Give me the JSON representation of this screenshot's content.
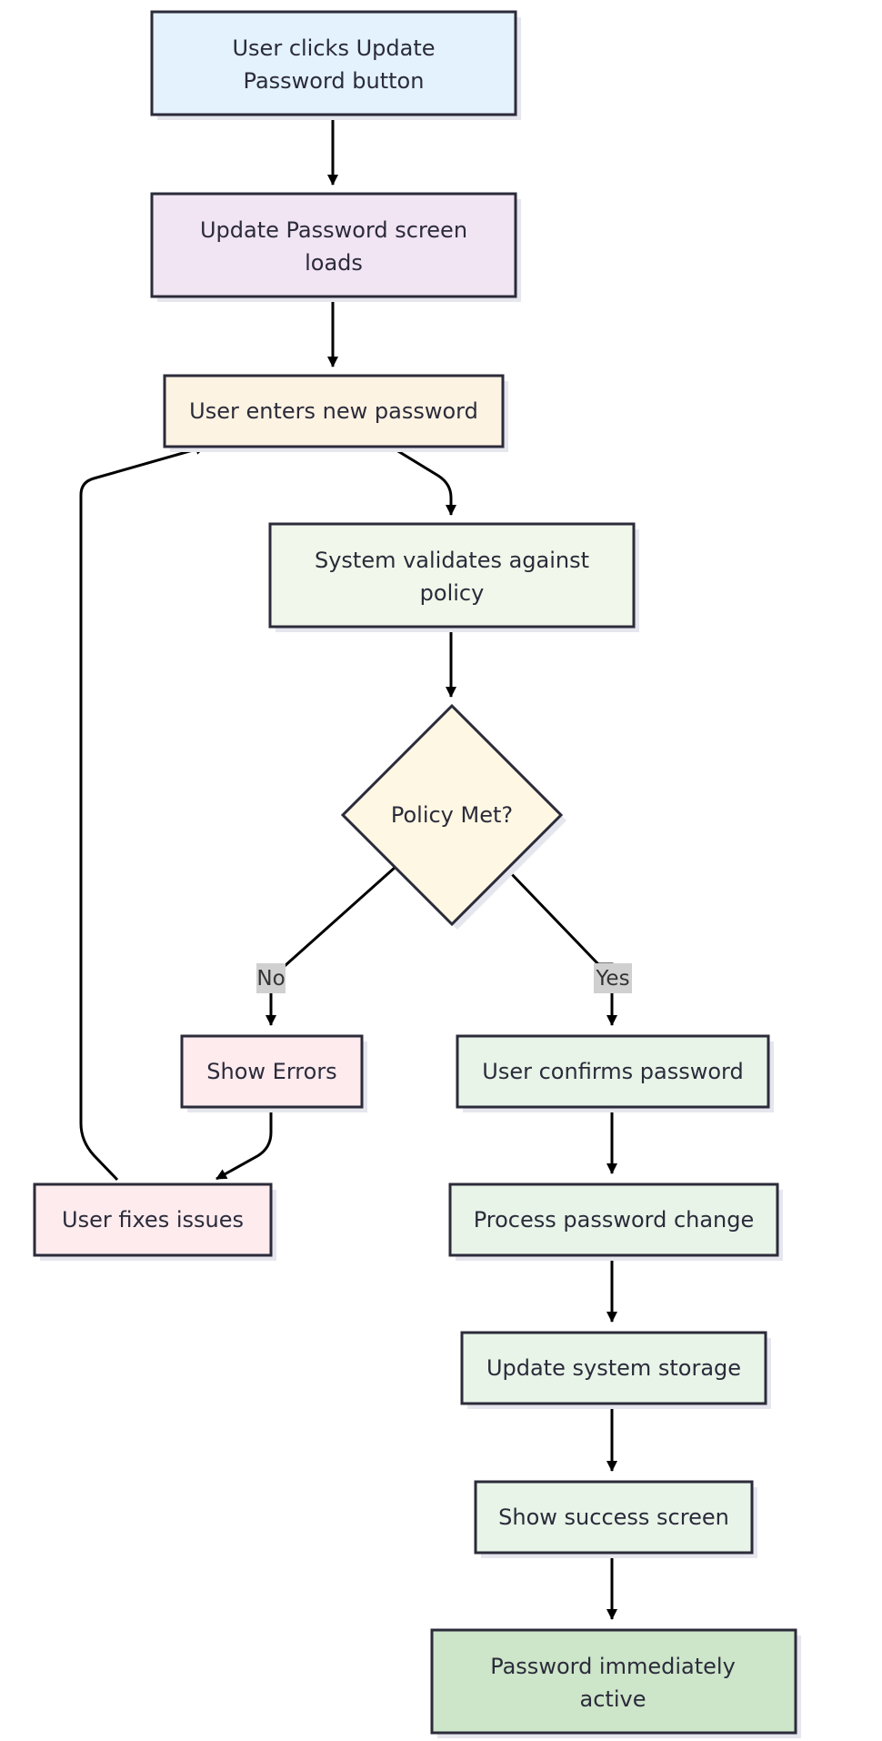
{
  "diagram": {
    "nodes": {
      "n1": {
        "lines": [
          "User clicks Update",
          "Password button"
        ],
        "fill": "#e3f2fd"
      },
      "n2": {
        "lines": [
          "Update Password screen",
          "loads"
        ],
        "fill": "#f1e4f3"
      },
      "n3": {
        "lines": [
          "User enters new password"
        ],
        "fill": "#fdf3e3"
      },
      "n4": {
        "lines": [
          "System validates against",
          "policy"
        ],
        "fill": "#f1f7ea"
      },
      "n5": {
        "lines": [
          "Policy Met?"
        ],
        "fill": "#fdf7e3"
      },
      "n6": {
        "lines": [
          "Show Errors"
        ],
        "fill": "#fdebee"
      },
      "n7": {
        "lines": [
          "User fixes issues"
        ],
        "fill": "#fdebee"
      },
      "n8": {
        "lines": [
          "User confirms password"
        ],
        "fill": "#e8f4e8"
      },
      "n9": {
        "lines": [
          "Process password change"
        ],
        "fill": "#e8f4e8"
      },
      "n10": {
        "lines": [
          "Update system storage"
        ],
        "fill": "#e8f4e8"
      },
      "n11": {
        "lines": [
          "Show success screen"
        ],
        "fill": "#e8f4e8"
      },
      "n12": {
        "lines": [
          "Password immediately",
          "active"
        ],
        "fill": "#cde5c9"
      }
    },
    "edge_labels": {
      "no": "No",
      "yes": "Yes"
    },
    "colors": {
      "stroke": "#2b2b3a",
      "edge": "#000000",
      "label_bg": "#d0d0d0",
      "shadow": "#e6e6ee"
    }
  }
}
